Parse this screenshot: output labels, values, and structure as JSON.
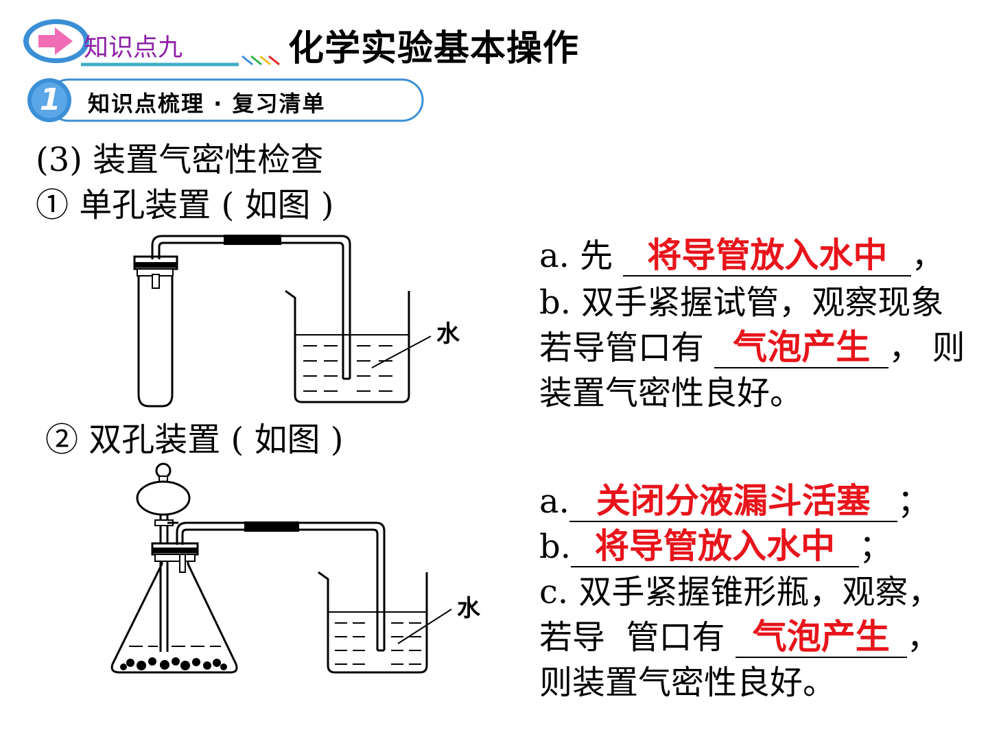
{
  "header": {
    "section_label": "知识点九",
    "title": "化学实验基本操作",
    "banner_number": "1",
    "banner_text": "知识点梳理 · 复习清单"
  },
  "content": {
    "heading": "(3) 装置气密性检查",
    "single": {
      "label": "① 单孔装置 ( 如图 )",
      "water_label": "水",
      "a_prefix": "a. 先",
      "a_answer": "将导管放入水中",
      "a_suffix": "，",
      "b_line": "b. 双手紧握试管，观察现象",
      "c_prefix": "若导管口有",
      "c_answer": "气泡产生",
      "c_suffix": "，  则",
      "d_line": "装置气密性良好。"
    },
    "double": {
      "label": "② 双孔装置 ( 如图 )",
      "water_label": "水",
      "a_prefix": "a.",
      "a_answer": "关闭分液漏斗活塞",
      "a_suffix": "；",
      "b_prefix": "b.",
      "b_answer": "将导管放入水中",
      "b_suffix": "；",
      "c_line": "c. 双手紧握锥形瓶，观察，",
      "d_prefix": "若导  管口有",
      "d_answer": "气泡产生",
      "d_suffix": "，",
      "e_line": "则装置气密性良好。"
    }
  },
  "colors": {
    "answer": "#e8141b",
    "accent_blue": "#3b8fd6",
    "section_label": "#8e1fa6"
  }
}
